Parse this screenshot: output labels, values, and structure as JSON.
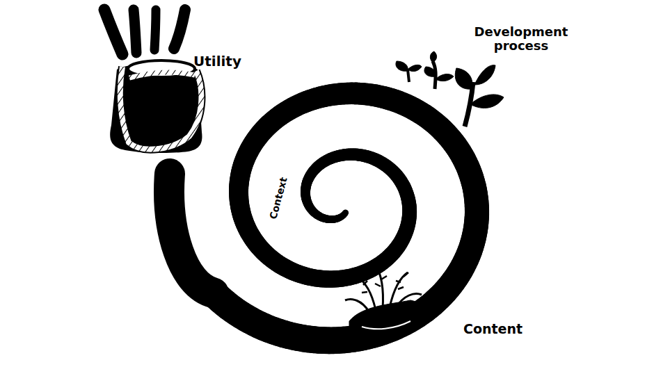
{
  "diagram": {
    "labels": [
      "Utility",
      "Development process",
      "Context",
      "Content"
    ]
  }
}
